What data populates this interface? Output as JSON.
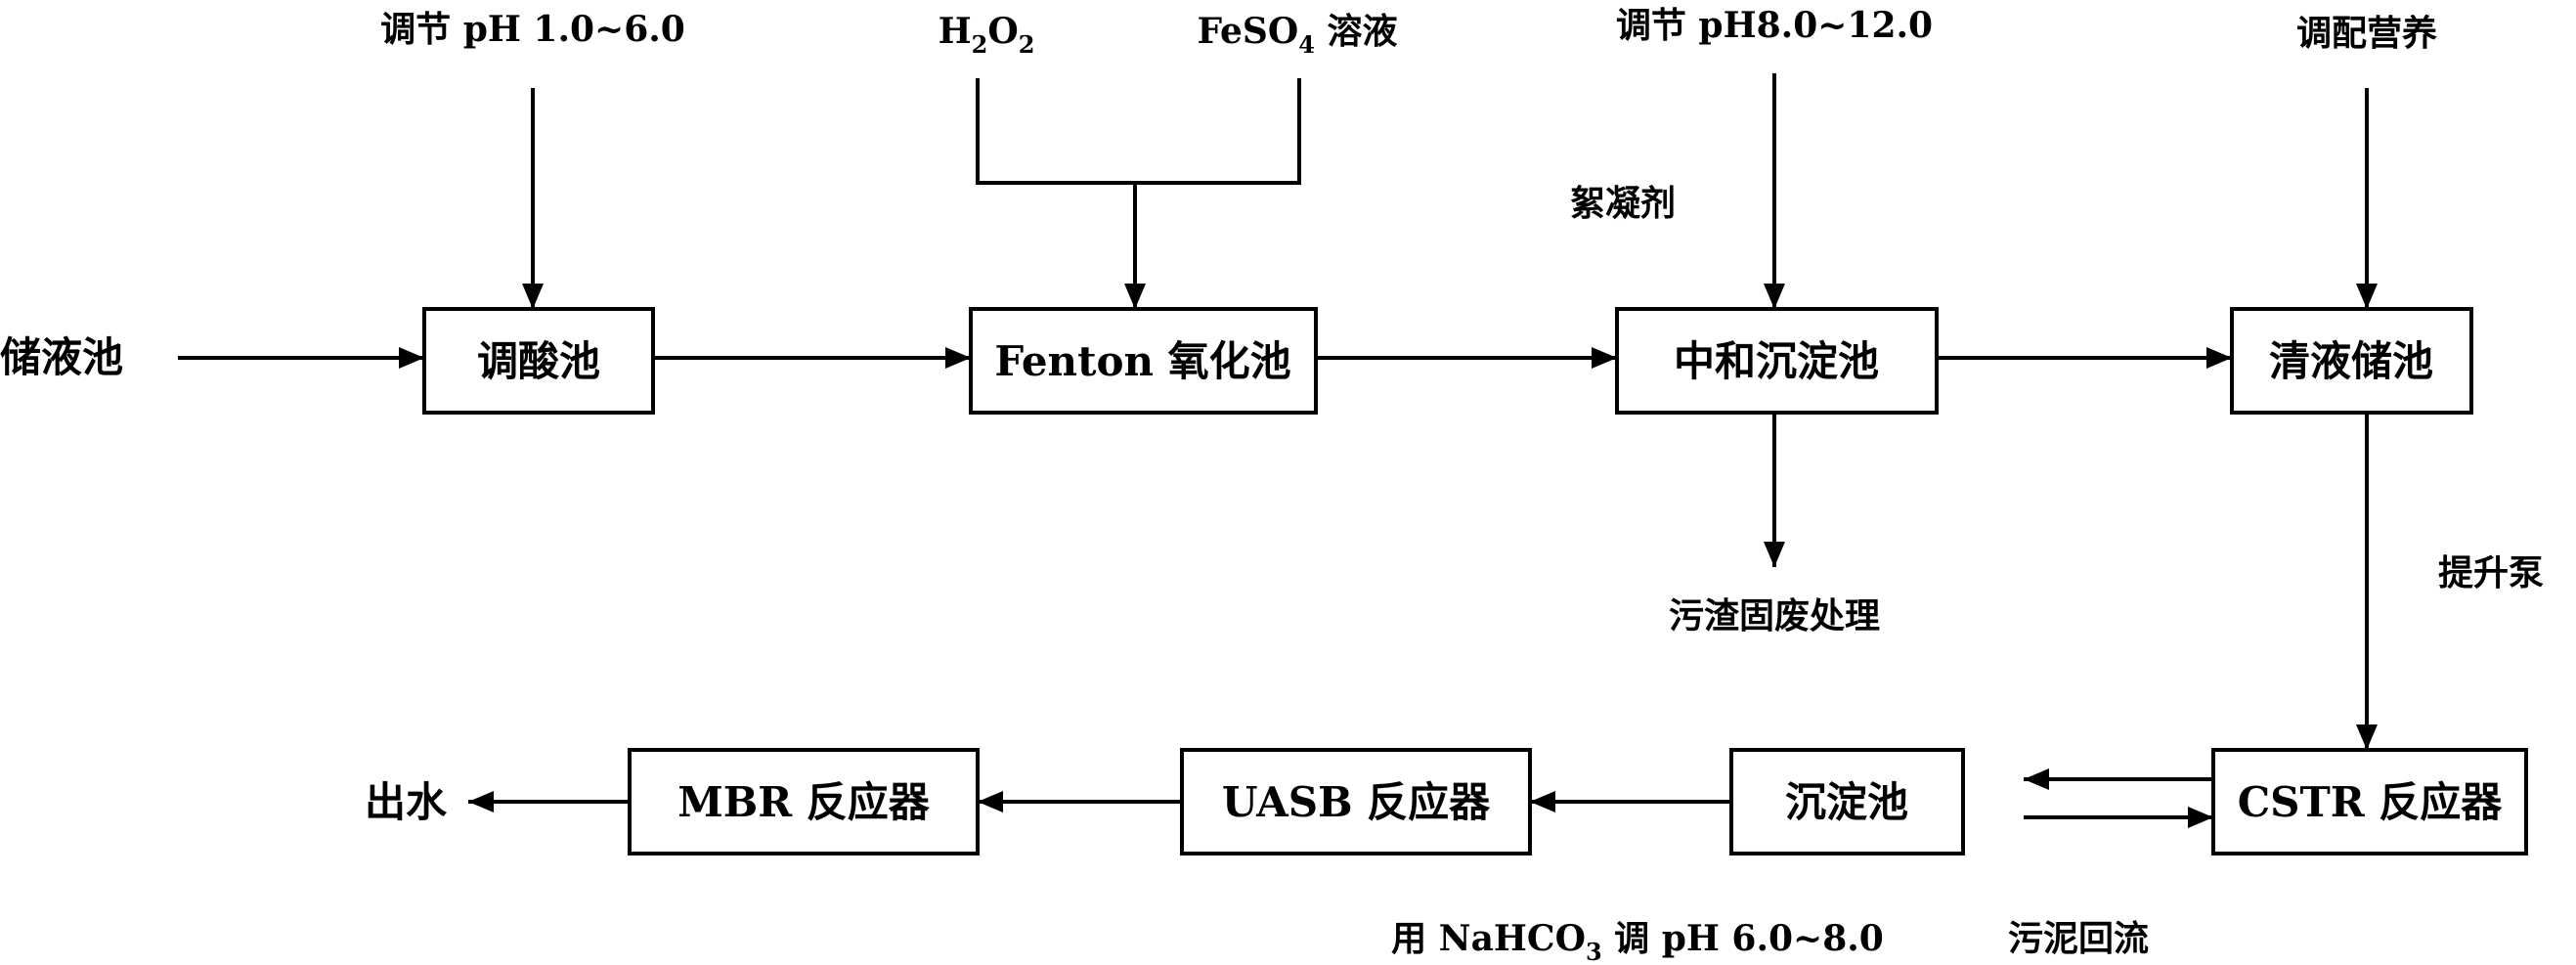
{
  "diagram": {
    "inflow": "储液池",
    "boxes": {
      "acid_tank": "调酸池",
      "fenton_tank": "Fenton 氧化池",
      "neutralize_tank": "中和沉淀池",
      "clear_tank": "清液储池",
      "cstr": "CSTR 反应器",
      "settling_tank": "沉淀池",
      "uasb": "UASB 反应器",
      "mbr": "MBR 反应器"
    },
    "labels": {
      "adjust_ph_acid": "调节 pH 1.0~6.0",
      "h2o2": {
        "main": "H",
        "sub1": "2",
        "mid": "O",
        "sub2": "2"
      },
      "feso4": {
        "pre": "FeSO",
        "sub": "4",
        "post": " 溶液"
      },
      "adjust_ph_base": "调节 pH8.0~12.0",
      "flocculant": "絮凝剂",
      "nutrient": "调配营养",
      "sludge_disposal": "污渣固废处理",
      "lift_pump": "提升泵",
      "sludge_return": "污泥回流",
      "nahco3": {
        "pre": "用 NaHCO",
        "sub": "3",
        "post": " 调 pH 6.0~8.0"
      },
      "outflow": "出水"
    }
  }
}
